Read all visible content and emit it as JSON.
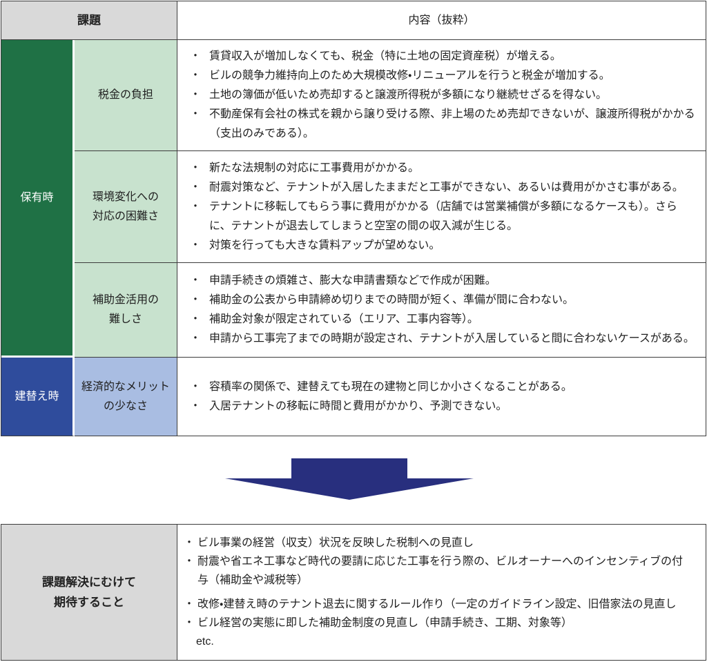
{
  "colors": {
    "header_gray": "#D9D9D9",
    "dark_green": "#1F7145",
    "light_green": "#C8E2CE",
    "dark_blue": "#2F4C9C",
    "light_blue": "#A9BDE2",
    "arrow_navy": "#282F7E",
    "border_black": "#3B3B3B",
    "text_black": "#212121"
  },
  "chars": {
    "bullet": "・"
  },
  "top_table": {
    "header": {
      "challenge": "課題",
      "content": "内容（抜粋）"
    },
    "groups": [
      {
        "category": "保有時",
        "rows": [
          {
            "sub": "税金の負担",
            "bullets": [
              "賃貸収入が増加しなくても、税金（特に土地の固定資産税）が増える。",
              "ビルの競争力維持向上のため大規模改修・リニューアルを行うと税金が増加する。",
              "土地の簿価が低いため売却すると譲渡所得税が多額になり継続せざるを得ない。",
              "不動産保有会社の株式を親から譲り受ける際、非上場のため売却できないが、譲渡所得税がかかる\n（支出のみである）。"
            ]
          },
          {
            "sub": "環境変化への\n対応の困難さ",
            "bullets": [
              "新たな法規制の対応に工事費用がかかる。",
              "耐震対策など、テナントが入居したままだと工事ができない、あるいは費用がかさむ事がある。",
              "テナントに移転してもらう事に費用がかかる（店舗では営業補償が多額になるケースも）。さら\nに、テナントが退去してしまうと空室の間の収入減が生じる。",
              "対策を行っても大きな賃料アップが望めない。"
            ]
          },
          {
            "sub": "補助金活用の\n難しさ",
            "bullets": [
              "申請手続きの煩雑さ、膨大な申請書類などで作成が困難。",
              "補助金の公表から申請締め切りまでの時間が短く、準備が間に合わない。",
              "補助金対象が限定されている（エリア、工事内容等）。",
              "申請から工事完了までの時期が設定され、テナントが入居していると間に合わないケースがある。"
            ]
          }
        ]
      },
      {
        "category": "建替え時",
        "rows": [
          {
            "sub": "経済的なメリット\nの少なさ",
            "bullets": [
              "容積率の関係で、建替えても現在の建物と同じか小さくなることがある。",
              "入居テナントの移転に時間と費用がかかり、予測できない。"
            ]
          }
        ]
      }
    ]
  },
  "bottom_table": {
    "title": "課題解決にむけて\n期待すること",
    "bullets": [
      "ビル事業の経営（収支）状況を反映した税制への見直し",
      "耐震や省エネ工事など時代の要請に応じた工事を行う際の、ビルオーナーへのインセンティブの付\n与（補助金や減税等）",
      "改修・建替え時のテナント退去に関するルール作り（一定のガイドライン設定、旧借家法の見直し",
      "ビル経営の実態に即した補助金制度の見直し（申請手続き、工期、対象等）"
    ],
    "etc": "etc."
  }
}
